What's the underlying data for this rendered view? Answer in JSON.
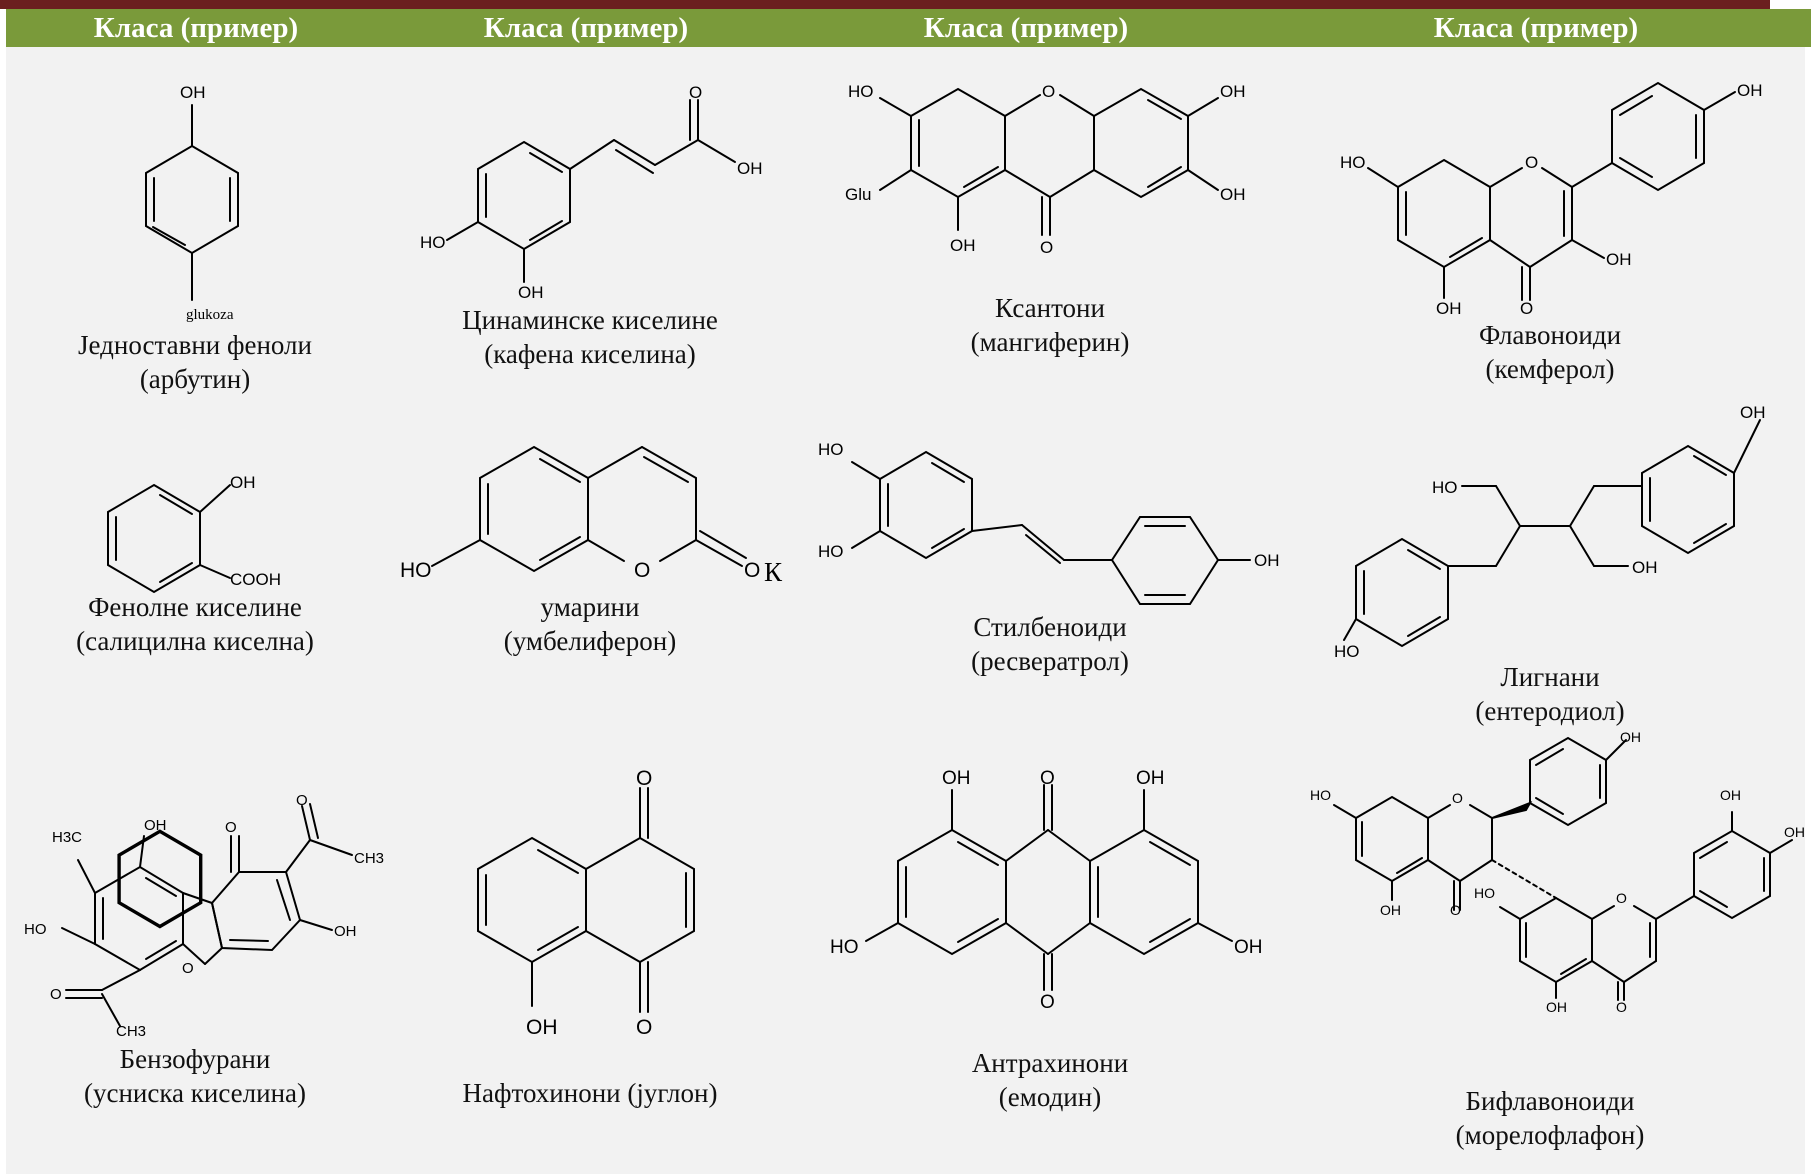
{
  "header": {
    "columns": [
      "Класа (пример)",
      "Класа (пример)",
      "Класа (пример)",
      "Класа (пример)"
    ]
  },
  "cells": [
    {
      "name": "Једноставни феноли",
      "example": "(арбутин)",
      "labels": [
        "OH",
        "glukoza"
      ]
    },
    {
      "name": "Цинаминске киселине",
      "example": "(кафена киселина)",
      "labels": [
        "O",
        "OH",
        "HO",
        "OH"
      ]
    },
    {
      "name": "Ксантони",
      "example": "(мангиферин)",
      "labels": [
        "HO",
        "O",
        "OH",
        "Glu",
        "OH",
        "OH",
        "O"
      ]
    },
    {
      "name": "Флавоноиди",
      "example": "(кемферол)",
      "labels": [
        "OH",
        "HO",
        "O",
        "OH",
        "OH",
        "O"
      ]
    },
    {
      "name": "Фенолне киселине",
      "example": "(салицилна киселна)",
      "labels": [
        "OH",
        "COOH"
      ]
    },
    {
      "name": "умарини",
      "example": "(умбелиферон)",
      "labels": [
        "HO",
        "O",
        "O",
        "К"
      ]
    },
    {
      "name": "Стилбеноиди",
      "example": "(ресвератрол)",
      "labels": [
        "HO",
        "HO",
        "OH"
      ]
    },
    {
      "name": "Лигнани",
      "example": "(ентеродиол)",
      "labels": [
        "OH",
        "HO",
        "OH",
        "HO"
      ]
    },
    {
      "name": "Бензофурани",
      "example": "(усниска киселина)",
      "labels": [
        "H3C",
        "OH",
        "O",
        "O",
        "CH3",
        "HO",
        "OH",
        "O",
        "O",
        "CH3"
      ]
    },
    {
      "name": "Нафтохинони (југлон)",
      "example": "",
      "labels": [
        "O",
        "OH",
        "O"
      ]
    },
    {
      "name": "Антрахинони",
      "example": "(емодин)",
      "labels": [
        "OH",
        "O",
        "OH",
        "HO",
        "OH",
        "O"
      ]
    },
    {
      "name": "Бифлавоноиди",
      "example": "(морелофлафон)",
      "labels": [
        "OH",
        "HO",
        "O",
        "OH",
        "HO",
        "OH",
        "O",
        "OH",
        "O",
        "OH",
        "O"
      ]
    }
  ]
}
